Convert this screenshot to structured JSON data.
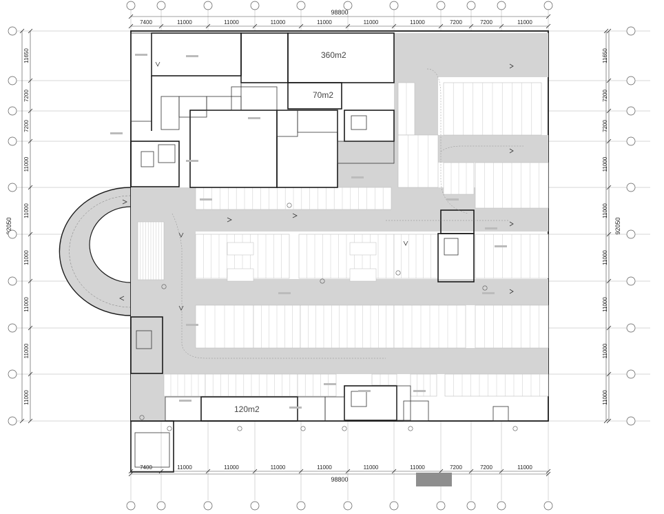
{
  "dimensions": {
    "top_segments": [
      "7400",
      "11000",
      "11000",
      "11000",
      "11000",
      "11000",
      "11000",
      "7200",
      "7200",
      "11000"
    ],
    "bottom_segments": [
      "7400",
      "11000",
      "11000",
      "11000",
      "11000",
      "11000",
      "11000",
      "7200",
      "7200",
      "11000"
    ],
    "top_total": "98800",
    "bottom_total": "98800",
    "left_segments": [
      "11650",
      "7200",
      "7200",
      "11000",
      "11000",
      "11000",
      "11000",
      "11000",
      "11000"
    ],
    "right_segments": [
      "11650",
      "7200",
      "7200",
      "11000",
      "11000",
      "11000",
      "11000",
      "11000",
      "11000"
    ],
    "left_total": "92050",
    "right_total": "92050"
  },
  "rooms": {
    "top_room_1": "360m2",
    "top_room_2": "70m2",
    "bottom_room": "120m2"
  },
  "colors": {
    "driveway": "#d4d4d4",
    "wall": "#1a1a1a",
    "stall_line": "#c9c9c9"
  }
}
